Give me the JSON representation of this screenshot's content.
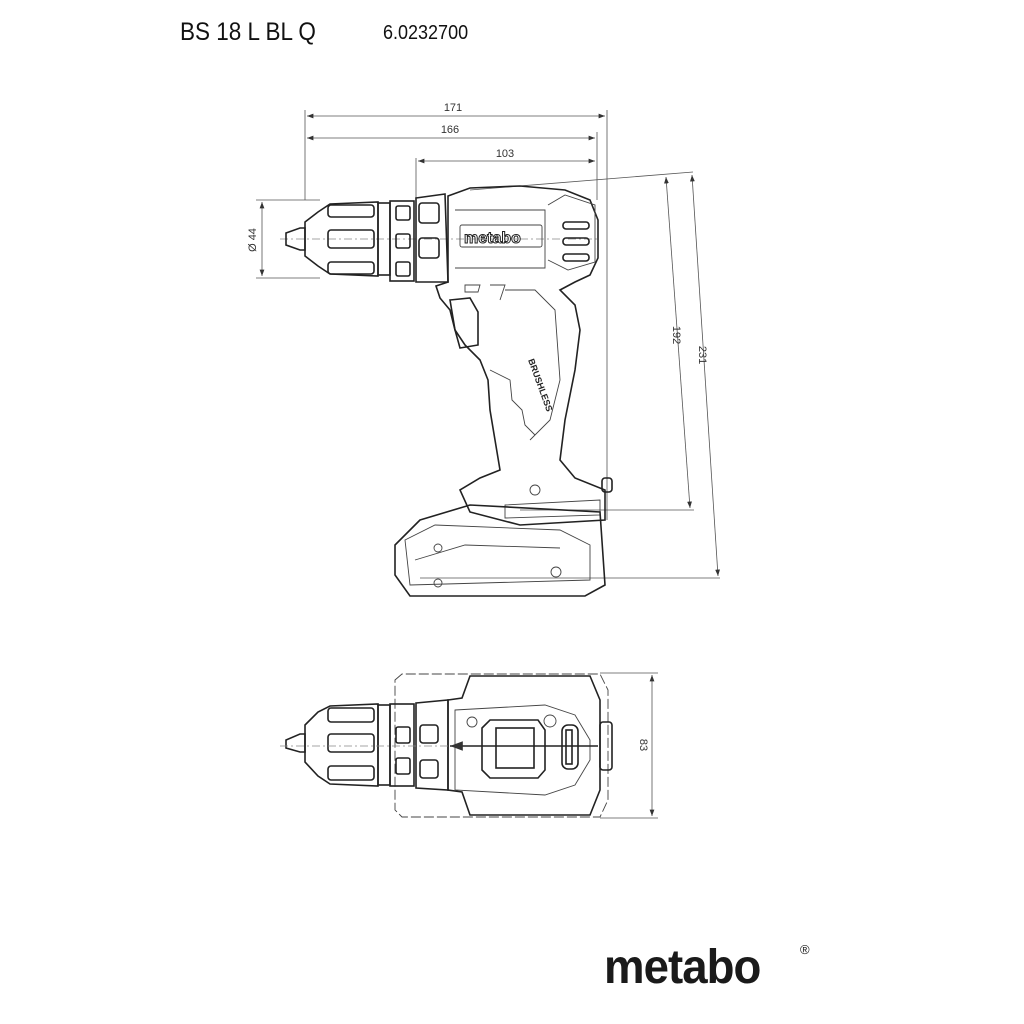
{
  "header": {
    "model": "BS 18 L BL Q",
    "article_number": "6.0232700"
  },
  "dimensions": {
    "length_total": "171",
    "length_body": "166",
    "length_housing": "103",
    "chuck_diameter": "Ø 44",
    "height_no_battery": "192",
    "height_total": "231",
    "width": "83"
  },
  "drawing_labels": {
    "housing_logo": "metabo",
    "grip_label": "BRUSHLESS"
  },
  "brand": {
    "logo": "metabo",
    "registered": "®"
  }
}
